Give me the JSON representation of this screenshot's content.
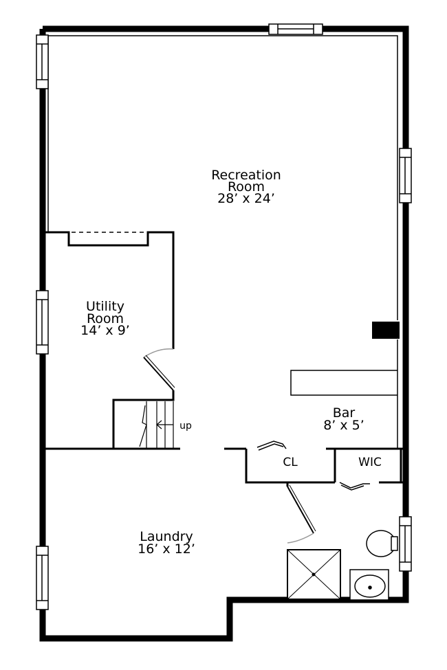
{
  "rooms": {
    "recreation": {
      "name_line1": "Recreation",
      "name_line2": "Room",
      "size": "28’ x 24’"
    },
    "utility": {
      "name_line1": "Utility",
      "name_line2": "Room",
      "size": "14’ x 9’"
    },
    "bar": {
      "name": "Bar",
      "size": "8’ x 5’"
    },
    "laundry": {
      "name": "Laundry",
      "size": "16’ x 12’"
    },
    "closet": {
      "name": "CL"
    },
    "walk_in_closet": {
      "name": "WIC"
    }
  },
  "stairs": {
    "direction_label": "up"
  },
  "colors": {
    "wall": "#000000",
    "background": "#ffffff",
    "door_swing": "#999999"
  }
}
